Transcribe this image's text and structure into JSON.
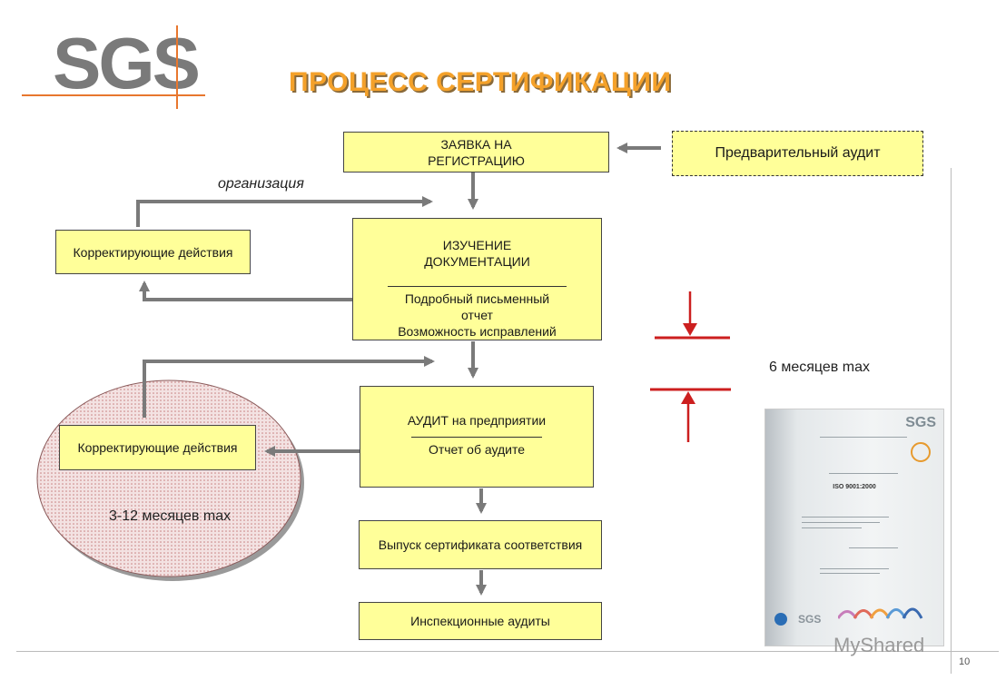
{
  "logo": {
    "text": "SGS"
  },
  "title": "ПРОЦЕСС СЕРТИФИКАЦИИ",
  "boxes": {
    "application": {
      "line1": "ЗАЯВКА НА",
      "line2": "РЕГИСТРАЦИЮ"
    },
    "preaudit": "Предварительный аудит",
    "docs": {
      "line1": "ИЗУЧЕНИЕ",
      "line2": "ДОКУМЕНТАЦИИ",
      "line3": "Подробный письменный",
      "line4": "отчет",
      "line5": "Возможность  исправлений"
    },
    "corrective1": "Корректирующие действия",
    "audit": {
      "line1": "АУДИТ  на предприятии",
      "line2": "Отчет об аудите"
    },
    "corrective2": "Корректирующие действия",
    "certificate": "Выпуск сертификата соответствия",
    "inspection": "Инспекционные аудиты"
  },
  "labels": {
    "organization": "организация",
    "six_months": "6 месяцев max",
    "three_twelve": "3-12 месяцев max"
  },
  "certificate_image": {
    "brand": "SGS",
    "standard": "ISO 9001:2000",
    "footer_brand": "SGS"
  },
  "page_number": "10",
  "watermark": "MyShared",
  "colors": {
    "box_fill": "#ffff99",
    "title": "#f4a12a",
    "logo_accent": "#e8772e",
    "arrow": "#7a7a7a",
    "red_marker": "#cc1f1f"
  }
}
